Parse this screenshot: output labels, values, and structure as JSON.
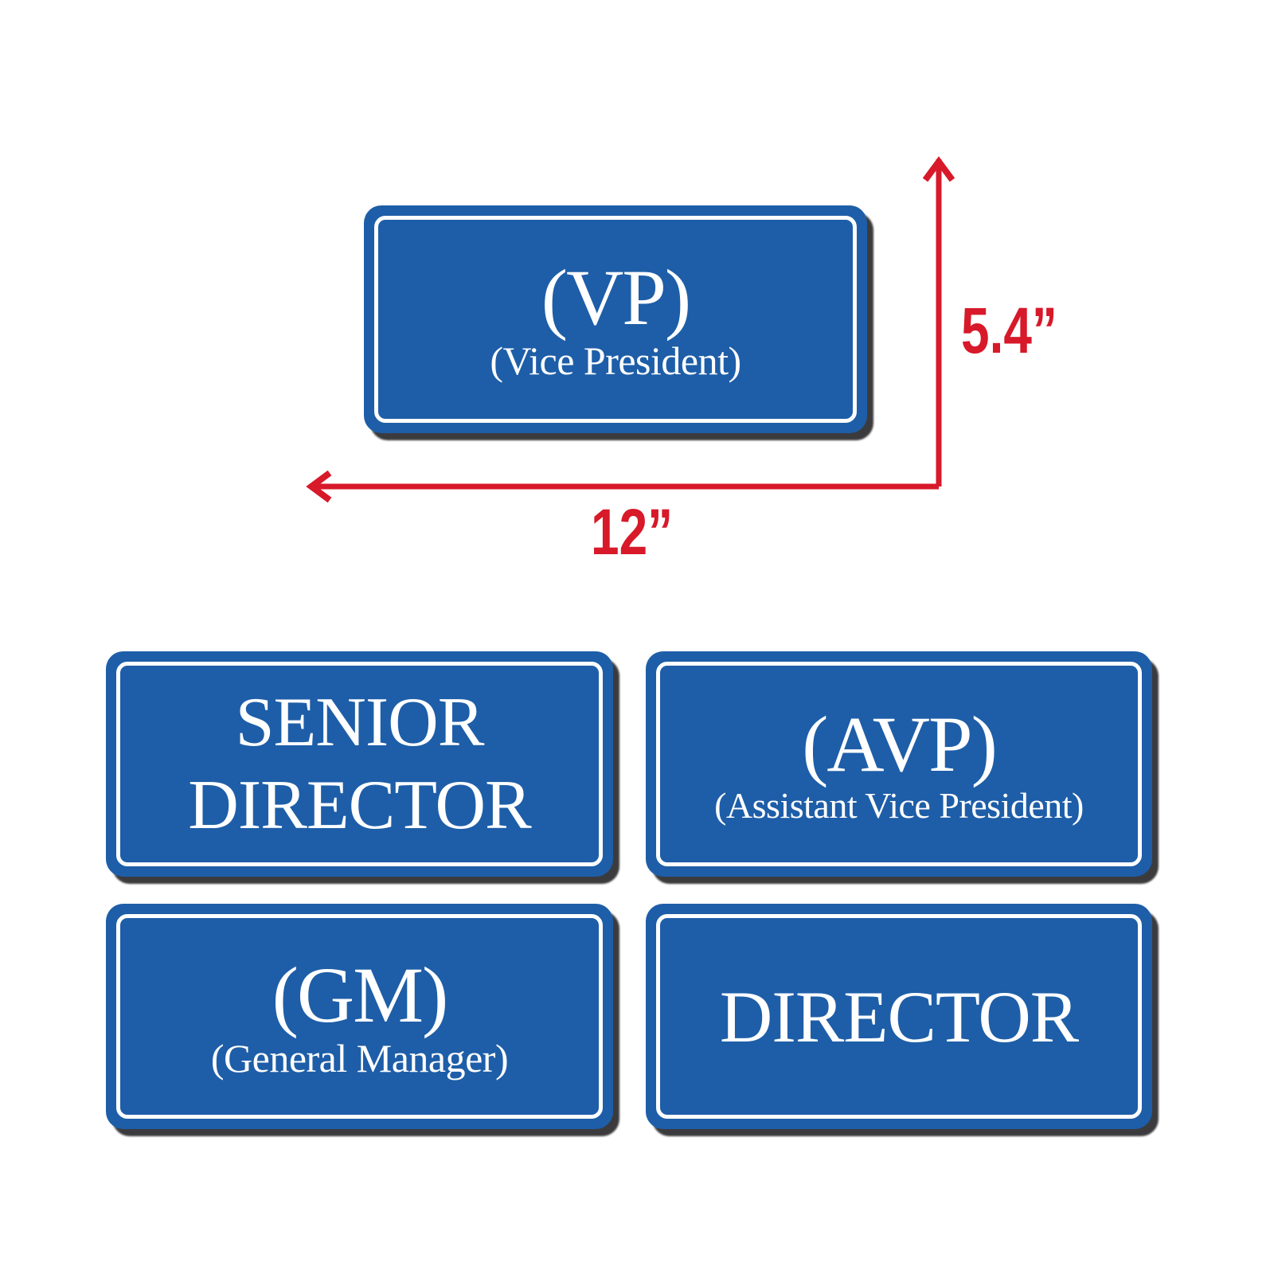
{
  "colors": {
    "sign_blue": "#1e5ea8",
    "dimension_red": "#d7192a",
    "shadow": "#3b3b3d"
  },
  "dimensions": {
    "height_label": "5.4”",
    "width_label": "12”"
  },
  "signs": [
    {
      "title": "(VP)",
      "subtitle": "(Vice President)"
    },
    {
      "line1": "SENIOR",
      "line2": "DIRECTOR"
    },
    {
      "title": "(AVP)",
      "subtitle": "(Assistant Vice President)"
    },
    {
      "title": "(GM)",
      "subtitle": "(General Manager)"
    },
    {
      "title": "DIRECTOR"
    }
  ]
}
